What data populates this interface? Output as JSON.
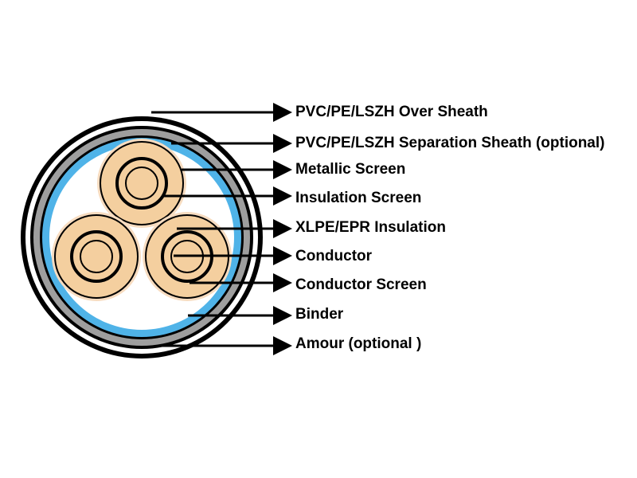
{
  "labels": {
    "over_sheath": "PVC/PE/LSZH Over Sheath",
    "separation_sheath": "PVC/PE/LSZH Separation Sheath (optional)",
    "metallic_screen": "Metallic Screen",
    "insulation_screen": "Insulation Screen",
    "insulation": "XLPE/EPR Insulation",
    "conductor": "Conductor",
    "conductor_screen": "Conductor Screen",
    "binder": "Binder",
    "armour": "Amour (optional )"
  },
  "colors": {
    "outline": "#000000",
    "armour_gray": "#9e9e9e",
    "binder_blue": "#4fb3e8",
    "core_fill": "#f4cf9f",
    "core_halo": "#f7dcc0",
    "background": "#ffffff"
  }
}
